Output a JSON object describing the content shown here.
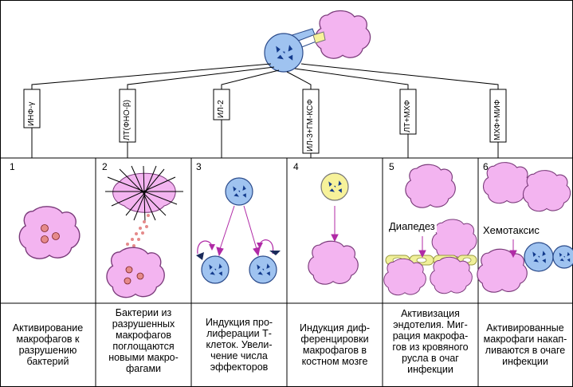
{
  "cytokines": [
    {
      "label": "ИНФ-γ"
    },
    {
      "label": "ЛТ(ФНО-β)"
    },
    {
      "label": "ИЛ-2"
    },
    {
      "label": "ИЛ-3+ГМ-КСФ"
    },
    {
      "label": "ЛТ+МХФ"
    },
    {
      "label": "МХФ+МИФ"
    }
  ],
  "panels": [
    {
      "number": "1",
      "caption": "Активирование макрофагов к разрушению бактерий"
    },
    {
      "number": "2",
      "caption": "Бактерии из разрушенных макрофагов поглощаются новыми макро-фагами"
    },
    {
      "number": "3",
      "caption": "Индукция про-лиферации Т-клеток. Увели-чение числа эффекторов"
    },
    {
      "number": "4",
      "caption": "Индукция диф-ференцировки макрофагов в костном мозге"
    },
    {
      "number": "5",
      "caption": "Активизация эндотелия. Миг-рация макрофа-гов из кровяного русла в очаг инфекции"
    },
    {
      "number": "6",
      "caption": "Активированные макрофаги накап-ливаются в очаге инфекции"
    }
  ],
  "labels": {
    "diapedesis": "Диапедез",
    "chemotaxis": "Хемотаксис"
  },
  "colors": {
    "macrophage": "#f3b4f0",
    "t_cell": "#9fc3f0",
    "precursor": "#f7f29a",
    "nucleus": "#123a8c",
    "endothelium": "#f0f09a",
    "bacteria": "#e58a8a"
  }
}
